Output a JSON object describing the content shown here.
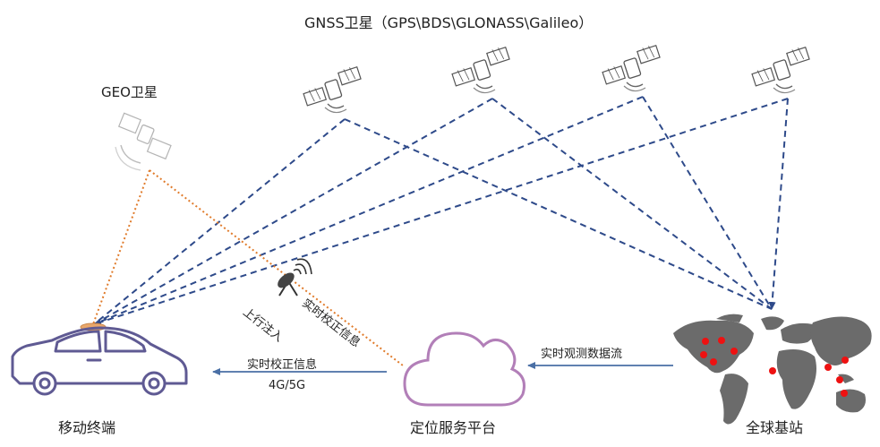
{
  "header": {
    "gnss_title": "GNSS卫星（GPS\\BDS\\GLONASS\\Galileo）"
  },
  "geo": {
    "label": "GEO卫星"
  },
  "nodes": {
    "mobile_terminal": "移动终端",
    "platform": "定位服务平台",
    "stations": "全球基站"
  },
  "links": {
    "correction_to_terminal": "实时校正信息",
    "network": "4G/5G",
    "correction_to_geo": "实时校正信息",
    "uplink": "上行注入",
    "observation_stream": "实时观测数据流"
  },
  "colors": {
    "gnss_link": "#2e4a8a",
    "geo_link": "#e07b2b",
    "arrow_link": "#4a6fa5",
    "cloud": "#b27fb8",
    "car": "#5f5a93",
    "map_land": "#6b6b6b",
    "station_dot": "#ee1111"
  },
  "icons": {
    "gnss_satellite": "satellite-icon",
    "geo_satellite": "satellite-icon",
    "ground_antenna": "dish-antenna-icon",
    "platform": "cloud-icon",
    "terminal": "car-icon",
    "stations": "world-map-icon"
  }
}
